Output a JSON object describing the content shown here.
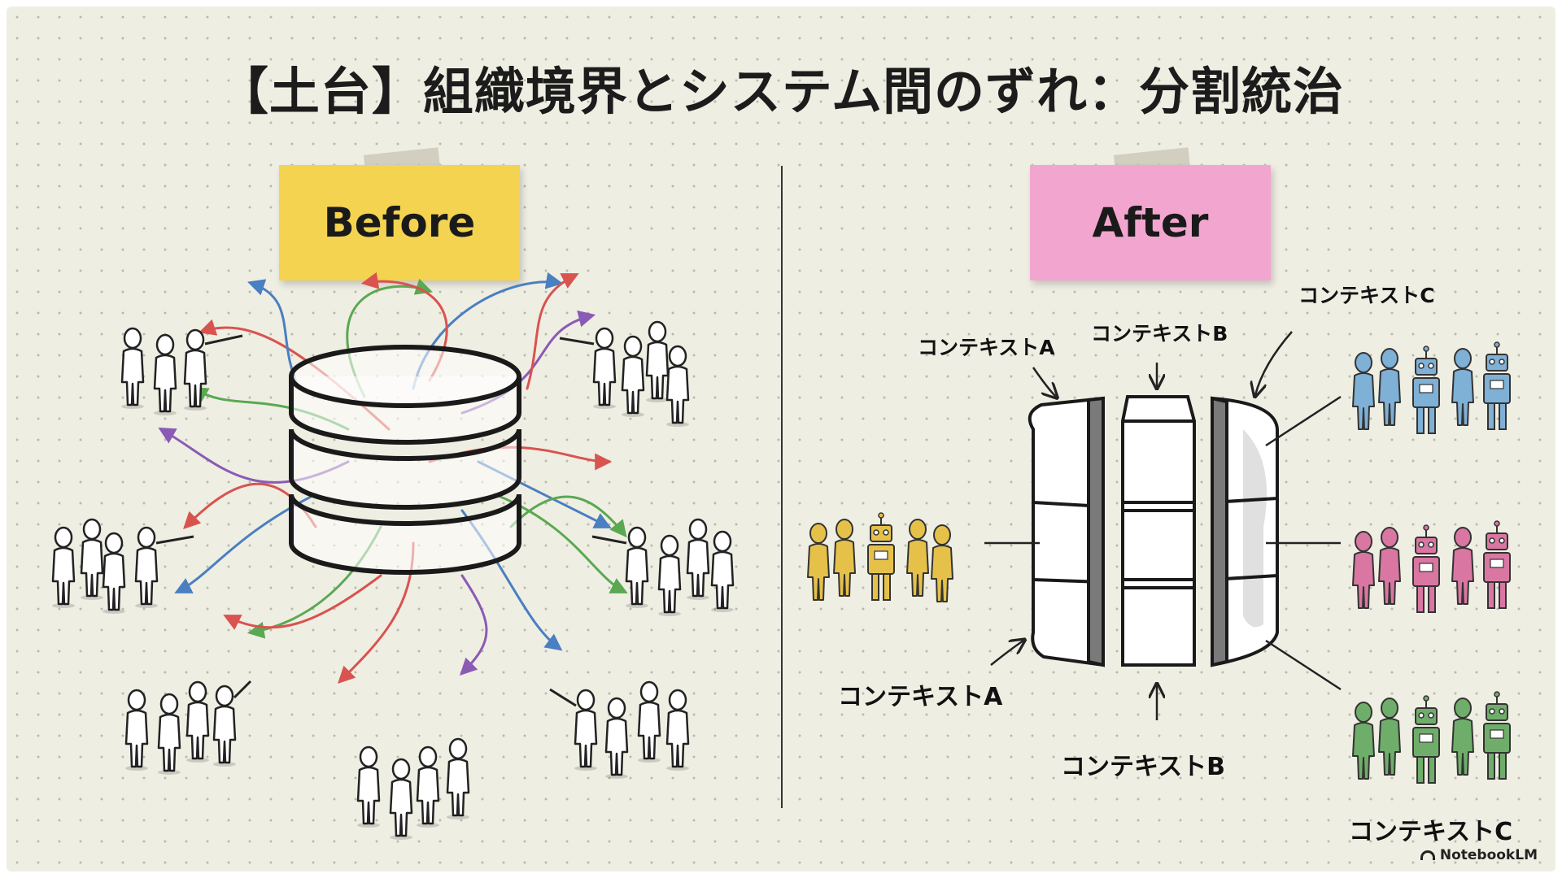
{
  "title": "【土台】組織境界とシステム間のずれ：分割統治",
  "before": {
    "label": "Before"
  },
  "after": {
    "label": "After",
    "labels": {
      "context_a_top": "コンテキストA",
      "context_b_top": "コンテキストB",
      "context_c_top": "コンテキストC",
      "context_a_bottom": "コンテキストA",
      "context_b_bottom": "コンテキストB",
      "context_c_bottom": "コンテキストC"
    },
    "team_colors": {
      "yellow": "#e6c14a",
      "blue": "#7fb0d6",
      "pink": "#d977a2",
      "green": "#6fae6a"
    }
  },
  "arrow_colors": [
    "#d9534f",
    "#4a7fc1",
    "#5aa852",
    "#8a5bb5"
  ],
  "brand": "NotebookLM"
}
